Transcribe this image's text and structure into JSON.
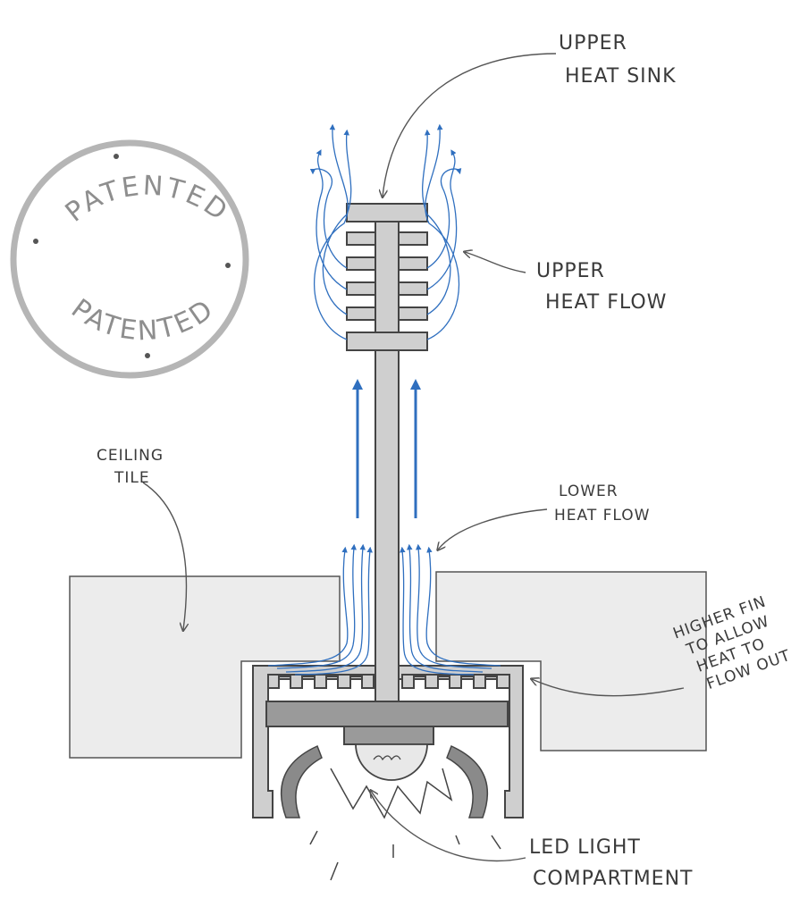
{
  "stamp": {
    "text": "PATENTED",
    "color": "#8e8e8e"
  },
  "labels": {
    "upper_heat_sink": [
      "UPPER",
      "HEAT SINK"
    ],
    "upper_heat_flow": [
      "UPPER",
      "HEAT FLOW"
    ],
    "ceiling_tile": [
      "CEILING",
      "TILE"
    ],
    "lower_heat_flow": [
      "LOWER",
      "HEAT FLOW"
    ],
    "higher_fin": [
      "HIGHER FIN",
      "TO ALLOW",
      "HEAT TO",
      "FLOW OUT"
    ],
    "led_compartment": [
      "LED LIGHT",
      "COMPARTMENT"
    ]
  },
  "colors": {
    "flow_arrows": "#2f6fbf",
    "metal": "#cfcfcf",
    "ceiling_tile": "#ececec"
  }
}
